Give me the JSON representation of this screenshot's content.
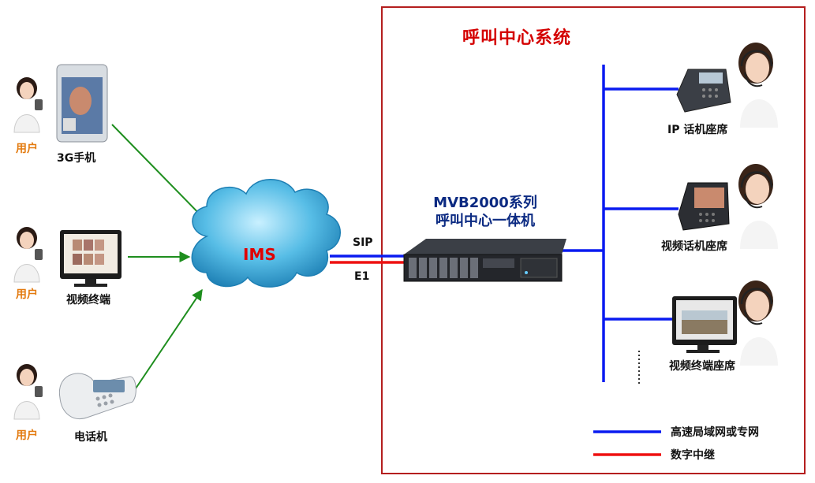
{
  "call_center": {
    "title": "呼叫中心系统",
    "server_line1": "MVB2000系列",
    "server_line2": "呼叫中心一体机"
  },
  "network": {
    "cloud_label": "IMS",
    "link_sip": "SIP",
    "link_e1": "E1"
  },
  "clients": [
    {
      "user": "用户",
      "device": "3G手机"
    },
    {
      "user": "用户",
      "device": "视频终端"
    },
    {
      "user": "用户",
      "device": "电话机"
    }
  ],
  "seats": [
    {
      "label": "IP 话机座席"
    },
    {
      "label": "视频话机座席"
    },
    {
      "label": "视频终端座席"
    }
  ],
  "legend": [
    {
      "label": "高速局域网或专网",
      "color": "#0a1bf0"
    },
    {
      "label": "数字中继",
      "color": "#ee1111"
    }
  ],
  "colors": {
    "lan": "#0a1bf0",
    "trunk": "#ee1111",
    "arrow": "#1e8e1e",
    "frame": "#b41e1e",
    "cloud": "#3aa8d8"
  }
}
